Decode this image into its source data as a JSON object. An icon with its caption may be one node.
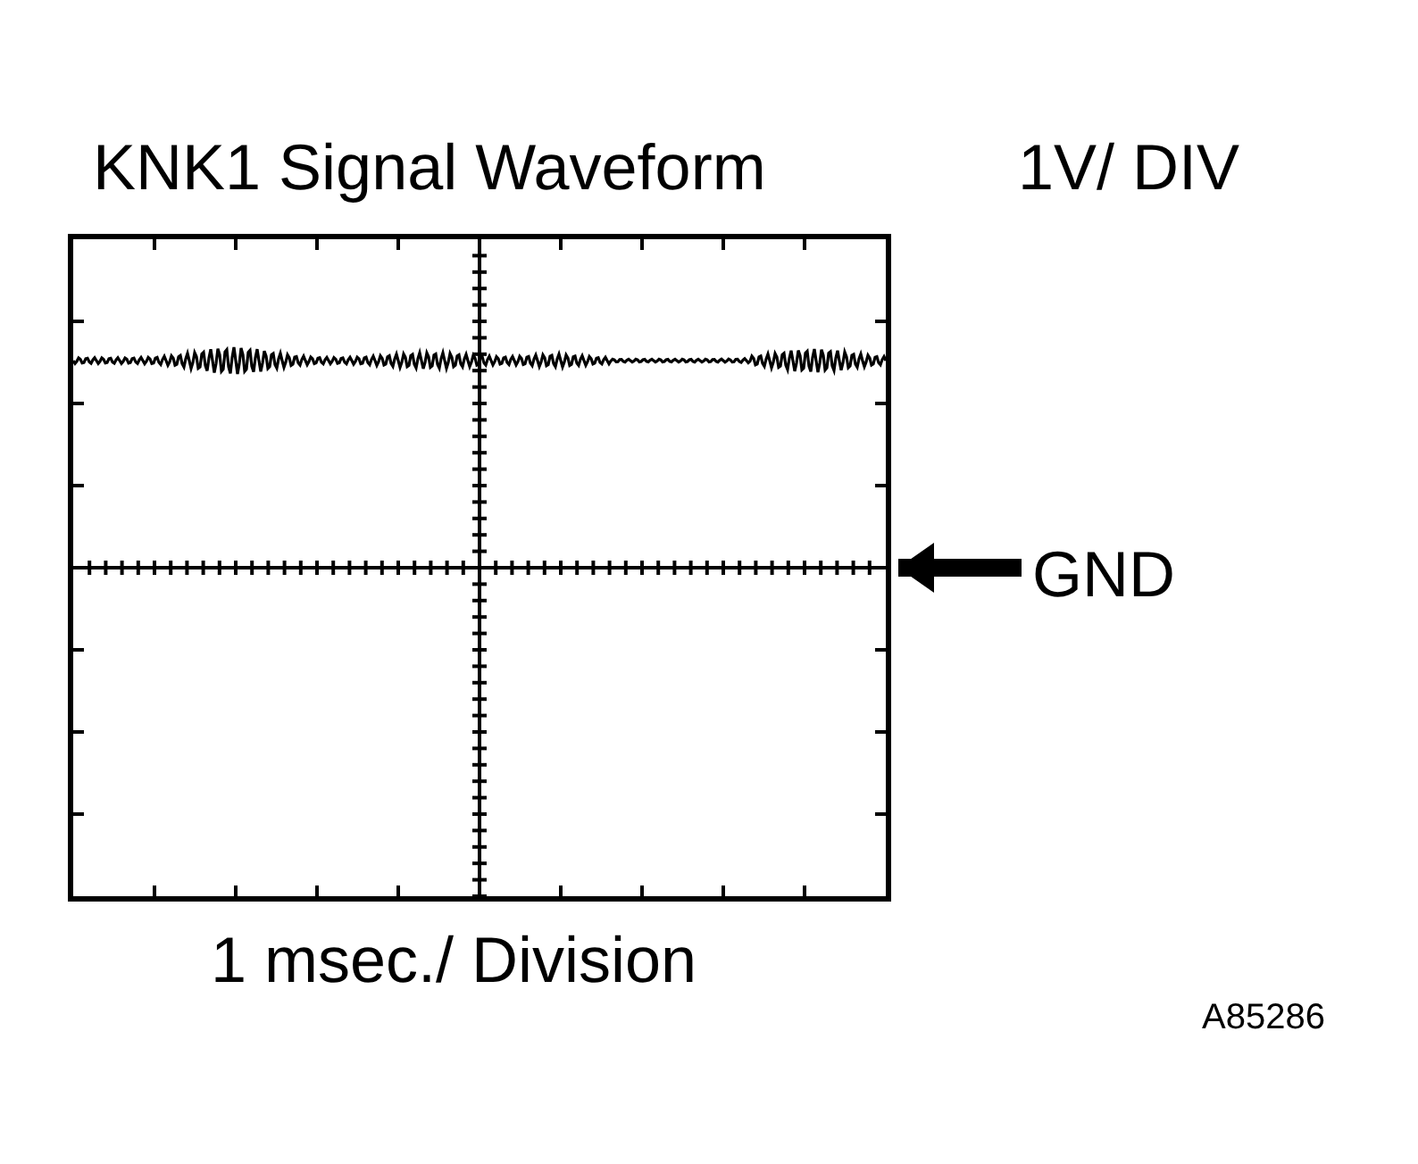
{
  "diagram": {
    "nodes": [
      {
        "text": [
          "GND"
        ]
      },
      {
        "text": [],
        "shape": "box"
      }
    ],
    "edges": [
      {
        "from": 0,
        "to": 1,
        "arrow": "to"
      }
    ],
    "labels": [
      "KNK1 Signal Waveform",
      "1V/ DIV",
      "1 msec./ Division",
      "A85286"
    ]
  }
}
